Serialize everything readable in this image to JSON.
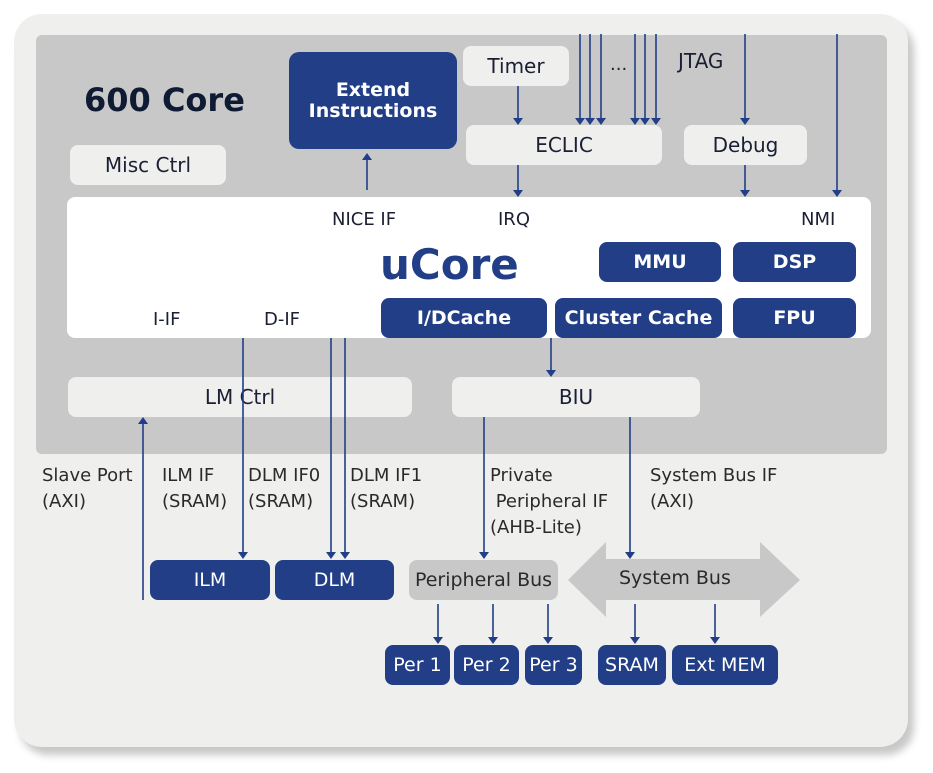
{
  "diagram": {
    "title": "600 Core",
    "colors": {
      "accent": "#213e87",
      "block": "#efefee",
      "core_bg": "#c8c8c8",
      "ucore_bg": "#ffffff"
    },
    "blocks": {
      "extend_instructions": "Extend\nInstructions",
      "timer": "Timer",
      "eclic": "ECLIC",
      "debug": "Debug",
      "misc_ctrl": "Misc Ctrl",
      "ucore": "uCore",
      "mmu": "MMU",
      "dsp": "DSP",
      "idcache": "I/DCache",
      "cluster_cache": "Cluster Cache",
      "fpu": "FPU",
      "lm_ctrl": "LM Ctrl",
      "biu": "BIU",
      "ilm": "ILM",
      "dlm": "DLM",
      "peripheral_bus": "Peripheral Bus",
      "system_bus": "System Bus",
      "per1": "Per 1",
      "per2": "Per 2",
      "per3": "Per 3",
      "sram": "SRAM",
      "ext_mem": "Ext MEM"
    },
    "labels": {
      "ellipsis": "...",
      "jtag": "JTAG",
      "nice_if": "NICE IF",
      "irq": "IRQ",
      "nmi": "NMI",
      "i_if": "I-IF",
      "d_if": "D-IF",
      "slave_port": "Slave Port\n(AXI)",
      "ilm_if": "ILM IF\n(SRAM)",
      "dlm_if0": "DLM IF0\n(SRAM)",
      "dlm_if1": "DLM IF1\n(SRAM)",
      "private_peripheral_if": "Private\n Peripheral IF\n(AHB-Lite)",
      "system_bus_if": "System Bus IF\n(AXI)"
    }
  }
}
